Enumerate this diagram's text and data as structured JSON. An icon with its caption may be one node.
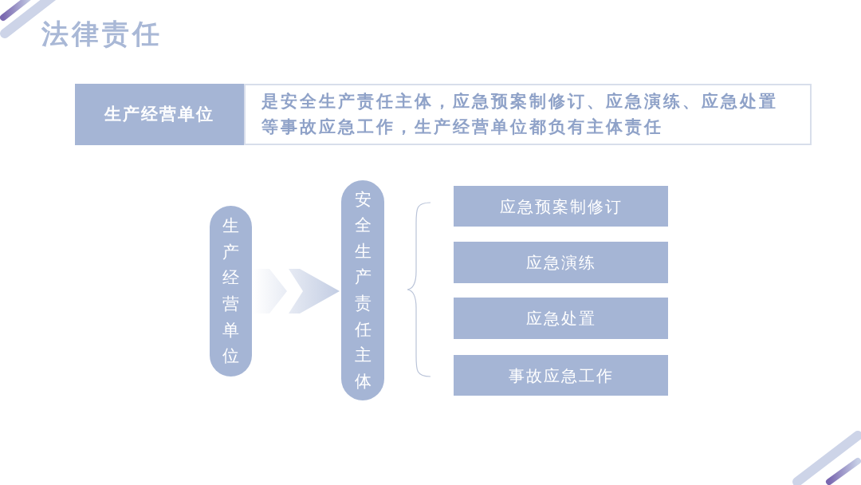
{
  "diagram": {
    "title": "法律责任",
    "nodes": [
      {
        "text": [
          "生产经营单位"
        ]
      },
      {
        "text": [
          "是安全生产责任主体，应急预案制修订、应急演练、应急处置等事故应急工作，生产经营单位都负有主体责任"
        ]
      },
      {
        "text": [
          "生产经营单位"
        ]
      },
      {
        "text": [
          "安全生产责任主体"
        ]
      },
      {
        "text": [
          "应急预案制修订"
        ]
      },
      {
        "text": [
          "应急演练"
        ]
      },
      {
        "text": [
          "应急处置"
        ]
      },
      {
        "text": [
          "事故应急工作"
        ]
      }
    ],
    "edges": [
      {
        "from": 2,
        "to": 3,
        "arrow": "to"
      }
    ]
  }
}
